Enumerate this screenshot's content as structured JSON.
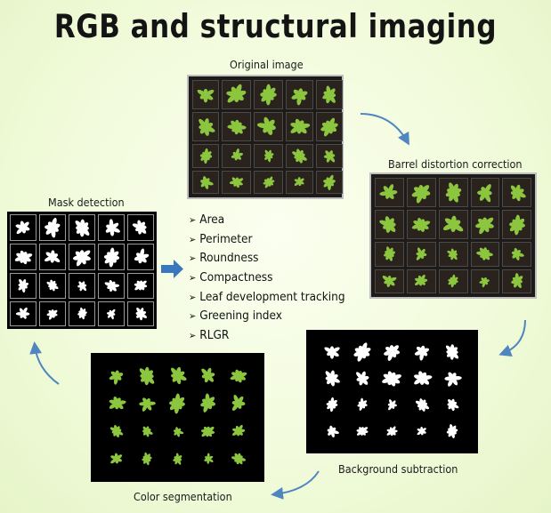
{
  "title": "RGB and structural imaging",
  "steps": {
    "original": "Original image",
    "barrel": "Barrel distortion correction",
    "background": "Background subtraction",
    "color": "Color segmentation",
    "mask": "Mask detection"
  },
  "features": [
    "Area",
    "Perimeter",
    "Roundness",
    "Compactness",
    "Leaf development tracking",
    "Greening index",
    "RLGR"
  ],
  "colors": {
    "arrow": "#4f86c0",
    "plant_green": "#8cc63f",
    "soil": "#2a231d"
  },
  "icons": {
    "bullet": "➢"
  }
}
